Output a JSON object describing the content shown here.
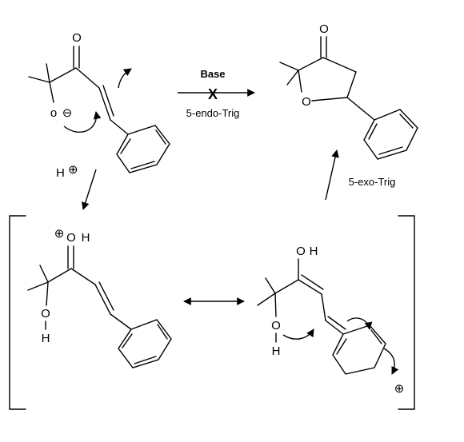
{
  "atoms": {
    "O": "O",
    "o_lower": "o",
    "H": "H",
    "minus": "⊖",
    "plus": "⊕"
  },
  "labels": {
    "base": "Base",
    "blocked": "X",
    "endo": "5-endo-Trig",
    "exo": "5-exo-Trig"
  }
}
